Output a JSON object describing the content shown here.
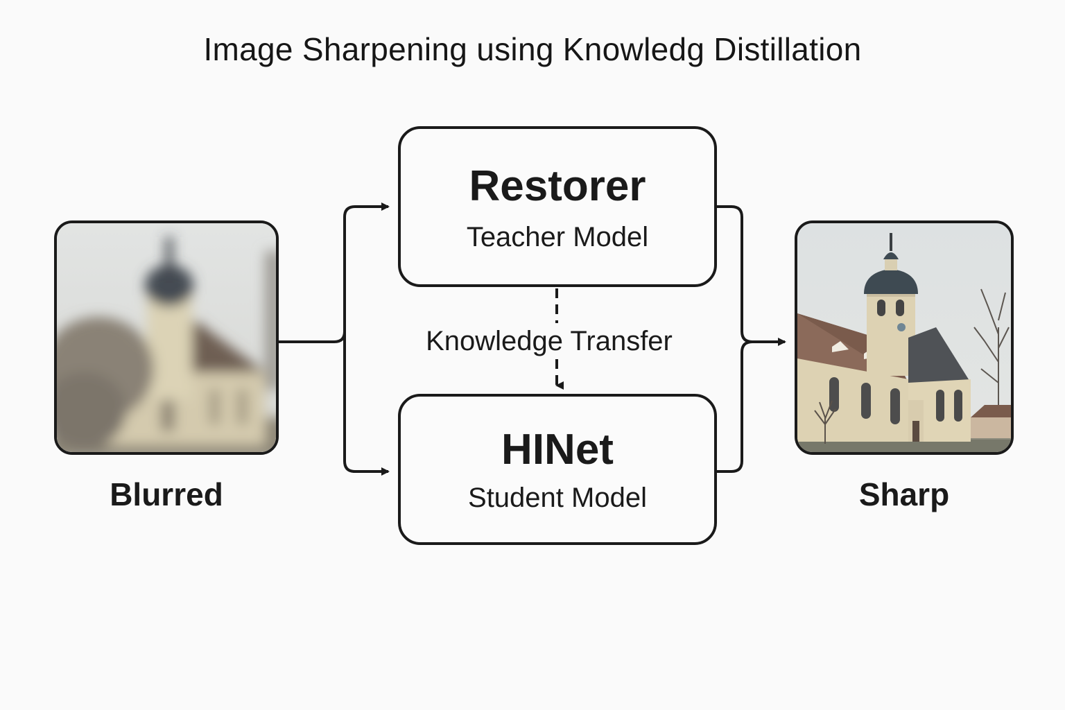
{
  "title": "Image Sharpening using Knowledg Distillation",
  "inputs": {
    "blurred_label": "Blurred",
    "sharp_label": "Sharp"
  },
  "teacher": {
    "name": "Restorer",
    "role": "Teacher Model"
  },
  "student": {
    "name": "HINet",
    "role": "Student Model"
  },
  "transfer_label": "Knowledge Transfer",
  "colors": {
    "line": "#1a1a1a",
    "background": "#fafafa",
    "sky": "#dfe2e2",
    "church_wall": "#ddd3b8",
    "roof": "#7a5a4a",
    "tower_dome": "#3e4a52"
  }
}
